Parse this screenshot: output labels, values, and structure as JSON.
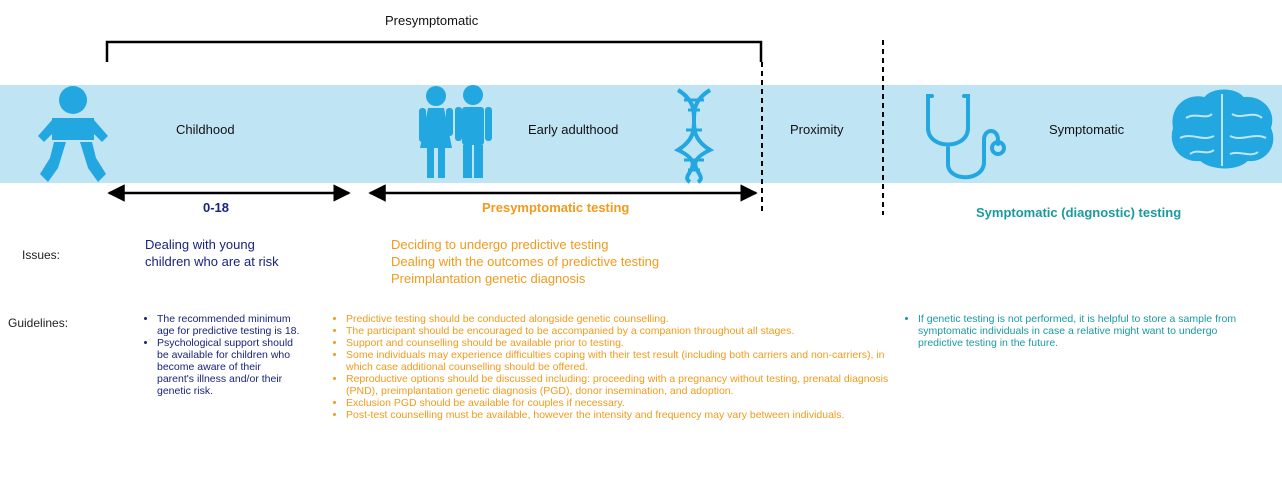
{
  "top_label": "Presymptomatic",
  "stages": {
    "childhood": "Childhood",
    "early_adulthood": "Early adulthood",
    "proximity": "Proximity",
    "symptomatic": "Symptomatic"
  },
  "ranges": {
    "age": "0-18",
    "presymptomatic_testing": "Presymptomatic testing",
    "symptomatic_testing": "Symptomatic (diagnostic) testing"
  },
  "row_labels": {
    "issues": "Issues:",
    "guidelines": "Guidelines:"
  },
  "issues": {
    "childhood": [
      "Dealing with young",
      "children who are at risk"
    ],
    "presymptomatic": [
      "Deciding to undergo predictive testing",
      "Dealing with the outcomes of predictive testing",
      "Preimplantation genetic diagnosis"
    ]
  },
  "guidelines": {
    "childhood": [
      "The recommended minimum age for predictive testing is 18.",
      "Psychological support should be available for children who become aware of their parent's illness and/or their genetic risk."
    ],
    "presymptomatic": [
      "Predictive testing should be conducted alongside genetic counselling.",
      "The participant should be encouraged to be accompanied by a companion throughout all stages.",
      "Support and counselling should be available prior to testing.",
      "Some individuals may experience difficulties coping with their test result (including both carriers and non-carriers), in which case additional counselling should be offered.",
      "Reproductive options should be discussed including: proceeding with a pregnancy without testing, prenatal diagnosis (PND), preimplantation genetic diagnosis (PGD), donor insemination, and adoption.",
      "Exclusion PGD should be available for couples if necessary.",
      "Post-test counselling must be available, however the intensity and frequency may vary between individuals."
    ],
    "symptomatic": [
      "If genetic testing is not performed, it is helpful to store a sample from symptomatic individuals in case a relative might want to undergo predictive testing in the future."
    ]
  },
  "colors": {
    "band": "#bfe5f5",
    "icon_blue": "#22a7e0",
    "navy": "#1a237e",
    "orange": "#f29a1c",
    "teal": "#1a9aa0"
  },
  "icons": [
    "baby-icon",
    "couple-icon",
    "dna-icon",
    "stethoscope-icon",
    "brain-icon"
  ]
}
